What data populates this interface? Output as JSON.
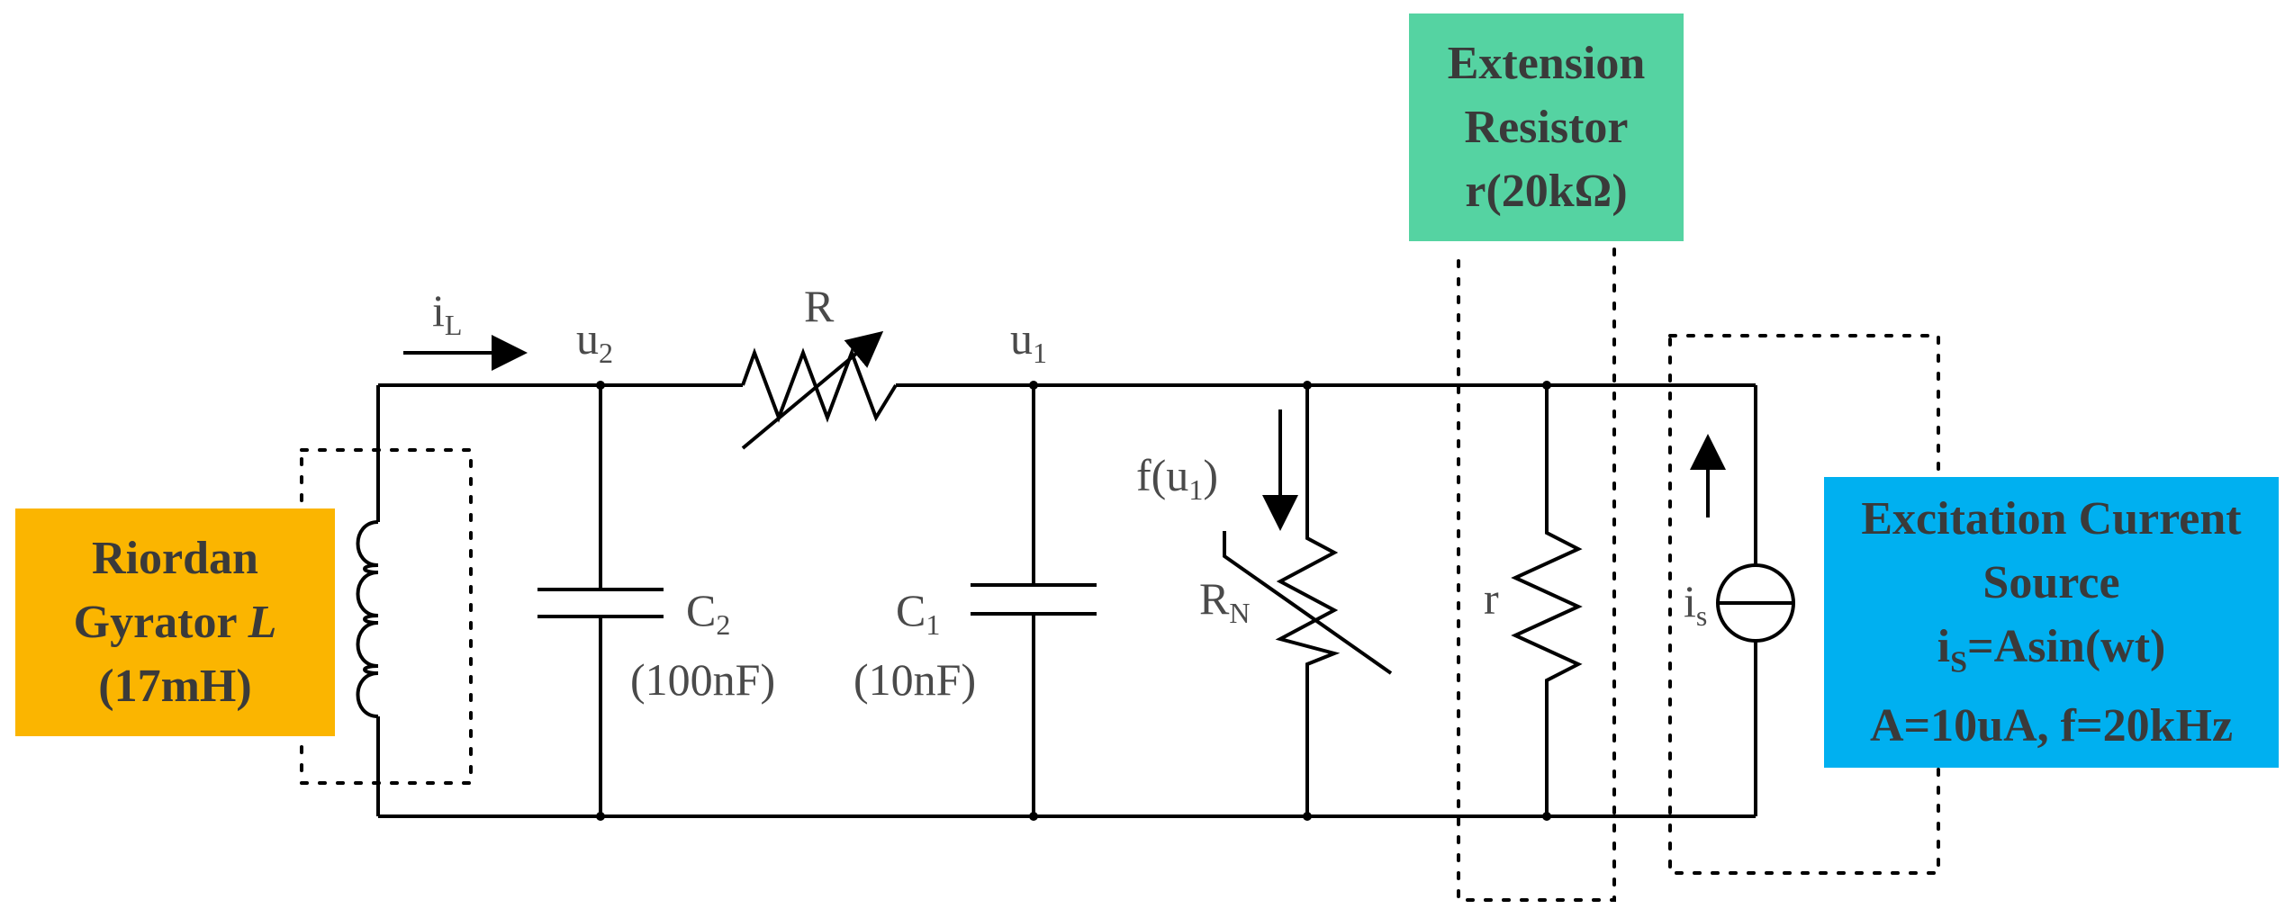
{
  "boxes": {
    "gyrator": {
      "line1": "Riordan",
      "line2_prefix": "Gyrator ",
      "line2_symbol": "L",
      "line3": "(17mH)",
      "color": "#FBB500"
    },
    "extension": {
      "line1": "Extension",
      "line2": "Resistor",
      "line3": "r(20kΩ)",
      "color": "#55D3A2"
    },
    "excitation": {
      "line1": "Excitation Current",
      "line2": "Source",
      "line3_main": "i",
      "line3_sub": "S",
      "line3_rest": "=Asin(wt)",
      "line4": "A=10uA, f=20kHz",
      "color": "#00B0F0"
    }
  },
  "labels": {
    "iL_main": "i",
    "iL_sub": "L",
    "u2_main": "u",
    "u2_sub": "2",
    "u1_main": "u",
    "u1_sub": "1",
    "R": "R",
    "C2_main": "C",
    "C2_sub": "2",
    "C2_value": "(100nF)",
    "C1_main": "C",
    "C1_sub": "1",
    "C1_value": "(10nF)",
    "fu1_pre": "f(u",
    "fu1_sub": "1",
    "fu1_post": ")",
    "RN_main": "R",
    "RN_sub": "N",
    "r": "r",
    "is_main": "i",
    "is_sub": "s"
  }
}
